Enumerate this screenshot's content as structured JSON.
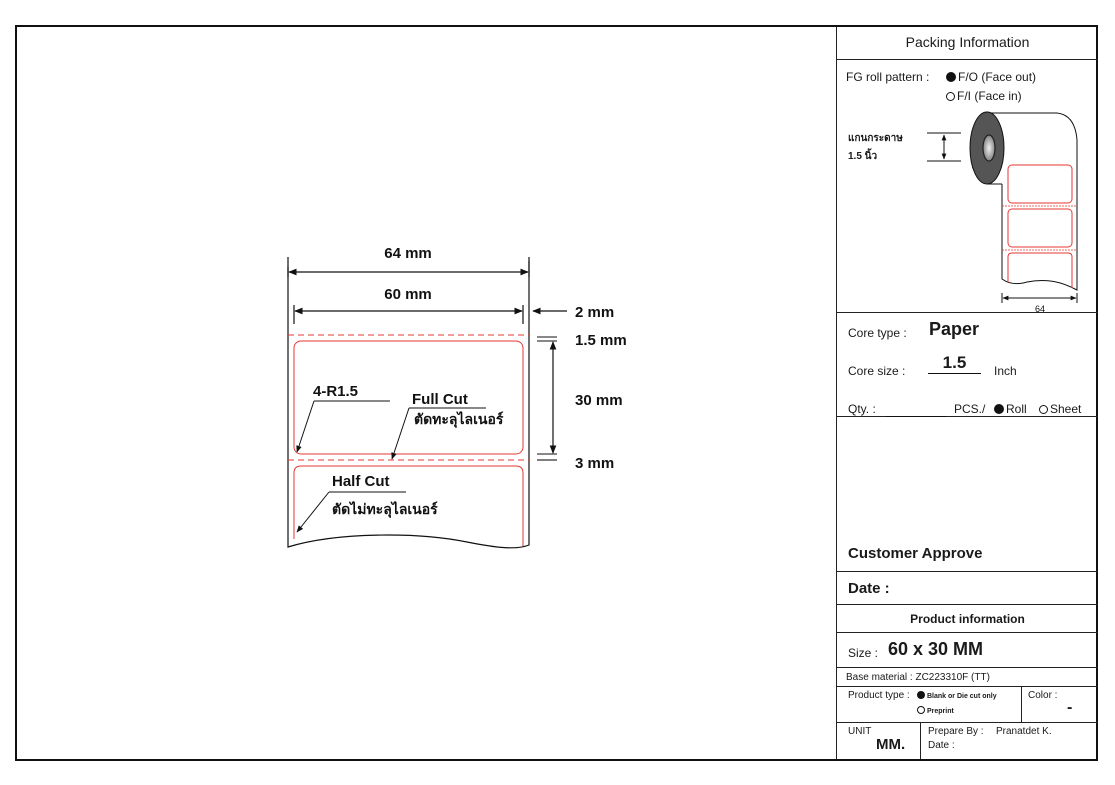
{
  "drawing": {
    "dim_total_width": "64 mm",
    "dim_label_width": "60 mm",
    "dim_side_margin": "2 mm",
    "dim_top_gap": "1.5 mm",
    "dim_label_height": "30 mm",
    "dim_bottom_gap": "3 mm",
    "corner_radius": "4-R1.5",
    "full_cut_label": "Full Cut",
    "full_cut_thai": "ตัดทะลุไลเนอร์",
    "half_cut_label": "Half Cut",
    "half_cut_thai": "ตัดไม่ทะลุไลเนอร์",
    "colors": {
      "cut_line": "#e53935",
      "dimension": "#111111"
    }
  },
  "packing": {
    "title": "Packing Information",
    "fg_roll_pattern_label": "FG roll pattern :",
    "option_face_out": "F/O (Face out)",
    "option_face_in": "F/I (Face in)",
    "selected_pattern": "F/O (Face out)",
    "core_note_thai": "แกนกระดาษ",
    "core_note_size": "1.5 นิ้ว",
    "roll_width_label": "64"
  },
  "core": {
    "type_label": "Core type :",
    "type_value": "Paper",
    "size_label": "Core size :",
    "size_value": "1.5",
    "size_unit": "Inch",
    "qty_label": "Qty. :",
    "qty_value": "",
    "pcs_label": "PCS./",
    "option_roll": "Roll",
    "option_sheet": "Sheet",
    "selected_form": "Roll"
  },
  "approval": {
    "customer_approve": "Customer Approve",
    "date_label": "Date :"
  },
  "product": {
    "title": "Product information",
    "size_label": "Size :",
    "size_value": "60 x 30 MM",
    "base_material": "Base material : ZC223310F (TT)",
    "product_type_label": "Product type :",
    "type_option_blank": "Blank or Die cut only",
    "type_option_preprint": "Preprint",
    "selected_type": "Blank or Die cut only",
    "color_label": "Color :",
    "color_value": "-",
    "unit_label": "UNIT",
    "unit_value": "MM.",
    "prepare_by_label": "Prepare By :",
    "prepare_by_value": "Pranatdet K.",
    "date_label": "Date :"
  }
}
